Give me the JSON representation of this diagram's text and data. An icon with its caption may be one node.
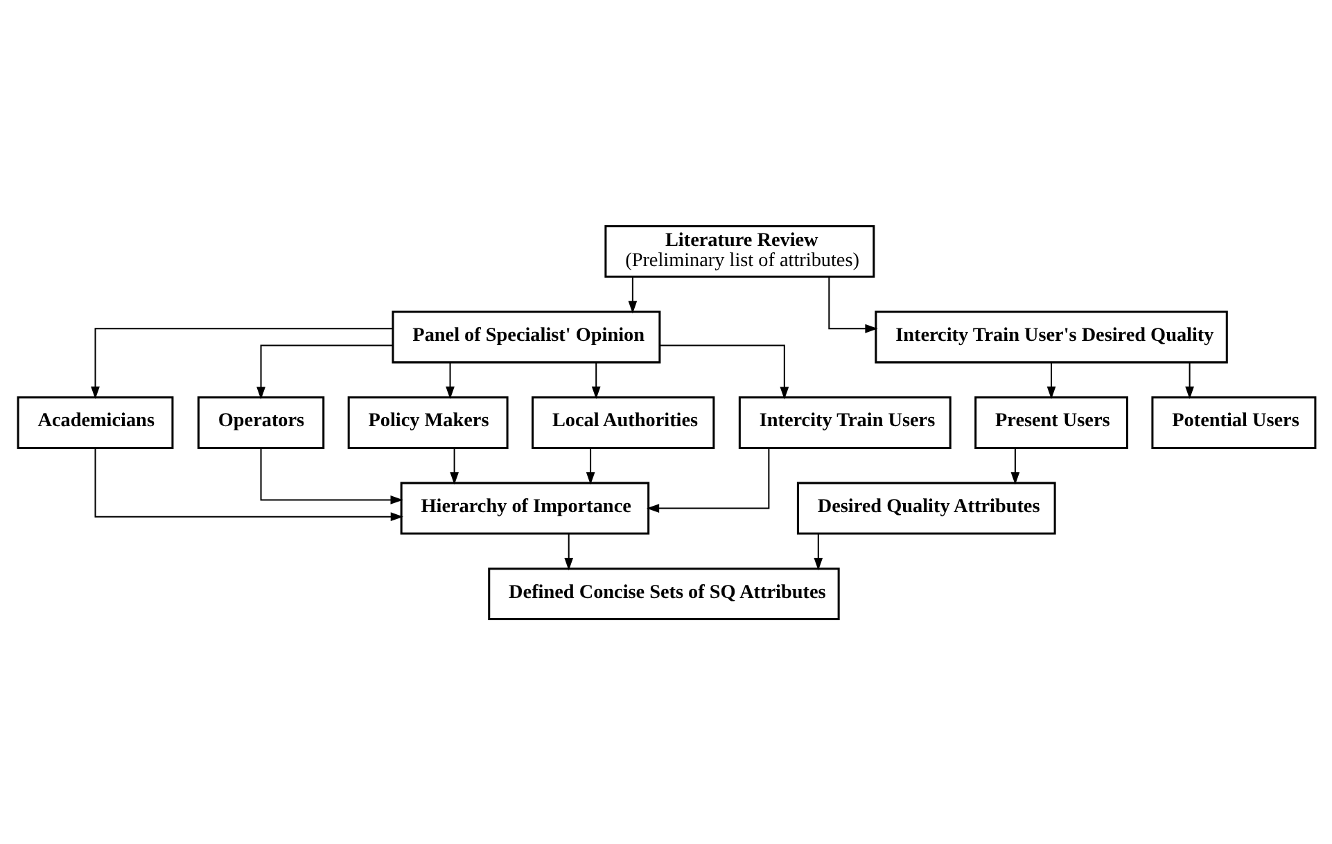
{
  "diagram": {
    "nodes": [
      {
        "text": [
          "Literature Review",
          "(Preliminary list of attributes)"
        ]
      },
      {
        "text": [
          "Panel of Specialist' Opinion"
        ]
      },
      {
        "text": [
          "Intercity Train User's Desired Quality"
        ]
      },
      {
        "text": [
          "Academicians"
        ]
      },
      {
        "text": [
          "Operators"
        ]
      },
      {
        "text": [
          "Policy Makers"
        ]
      },
      {
        "text": [
          "Local Authorities"
        ]
      },
      {
        "text": [
          "Intercity Train Users"
        ]
      },
      {
        "text": [
          "Present Users"
        ]
      },
      {
        "text": [
          "Potential Users"
        ]
      },
      {
        "text": [
          "Hierarchy of Importance"
        ]
      },
      {
        "text": [
          "Desired Quality Attributes"
        ]
      },
      {
        "text": [
          "Defined Concise Sets of SQ Attributes"
        ]
      }
    ],
    "edges": [
      {
        "from": 0,
        "to": 1,
        "arrow": "to"
      },
      {
        "from": 0,
        "to": 2,
        "arrow": "to"
      },
      {
        "from": 1,
        "to": 3,
        "arrow": "to"
      },
      {
        "from": 1,
        "to": 4,
        "arrow": "to"
      },
      {
        "from": 1,
        "to": 5,
        "arrow": "to"
      },
      {
        "from": 1,
        "to": 6,
        "arrow": "to"
      },
      {
        "from": 1,
        "to": 7,
        "arrow": "to"
      },
      {
        "from": 2,
        "to": 8,
        "arrow": "to"
      },
      {
        "from": 2,
        "to": 9,
        "arrow": "to"
      },
      {
        "from": 3,
        "to": 10,
        "arrow": "to"
      },
      {
        "from": 4,
        "to": 10,
        "arrow": "to"
      },
      {
        "from": 5,
        "to": 10,
        "arrow": "to"
      },
      {
        "from": 6,
        "to": 10,
        "arrow": "to"
      },
      {
        "from": 7,
        "to": 10,
        "arrow": "to"
      },
      {
        "from": 8,
        "to": 11,
        "arrow": "to"
      },
      {
        "from": 10,
        "to": 12,
        "arrow": "to"
      },
      {
        "from": 11,
        "to": 12,
        "arrow": "to"
      }
    ]
  }
}
